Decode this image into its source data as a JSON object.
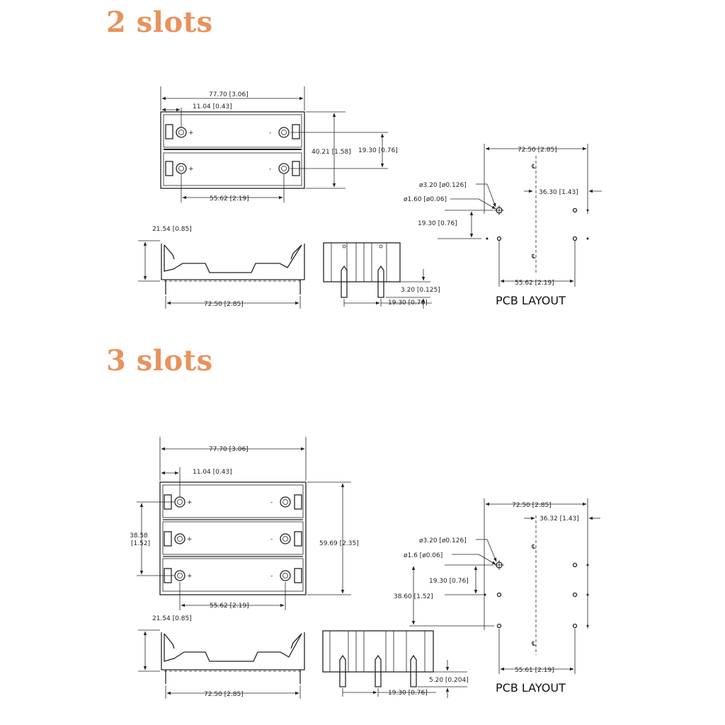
{
  "headings": {
    "two": "2 slots",
    "three": "3 slots"
  },
  "two_slot": {
    "top_view": {
      "overall_width": "77.70 [3.06]",
      "terminal_offset": "11.04 [0.43]",
      "overall_height": "40.21 [1.58]",
      "pitch": "19.30 [0.76]",
      "contact_span": "55.62 [2.19]",
      "plus": "+",
      "minus": "-"
    },
    "side_view": {
      "height": "21.54 [0.85]",
      "length": "72.50 [2.85]"
    },
    "end_view": {
      "pin_length": "3.20 [0.125]",
      "pin_pitch": "19.30 [0.76]"
    },
    "pcb": {
      "title": "PCB LAYOUT",
      "length": "72.50 [2.85]",
      "half_height": "36.30 [1.43]",
      "mount_hole": "ø3.20 [ø0.126]",
      "pin_hole": "ø1.60 [ø0.06]",
      "row_pitch": "19.30 [0.76]",
      "pin_span": "55.62 [2.19]"
    }
  },
  "three_slot": {
    "top_view": {
      "overall_width": "77.70 [3.06]",
      "terminal_offset": "11.04 [0.43]",
      "left_span": "38.58",
      "left_span_in": "[1.52]",
      "overall_height": "59.69 [2.35]",
      "contact_span": "55.62 [2.19]",
      "plus": "+",
      "minus": "-"
    },
    "side_view": {
      "height": "21.54 [0.85]",
      "length": "72.50 [2.85]"
    },
    "end_view": {
      "pin_length": "5.20 [0.204]",
      "pin_pitch": "19.30 [0.76]"
    },
    "pcb": {
      "title": "PCB LAYOUT",
      "length": "72.50 [2.85]",
      "half_height": "36.32 [1.43]",
      "mount_hole": "ø3.20 [ø0.126]",
      "pin_hole": "ø1.6 [ø0.06]",
      "row_pitch": "19.30 [0.76]",
      "outer_pitch": "38.60 [1.52]",
      "pin_span": "55.61 [2.19]"
    }
  }
}
